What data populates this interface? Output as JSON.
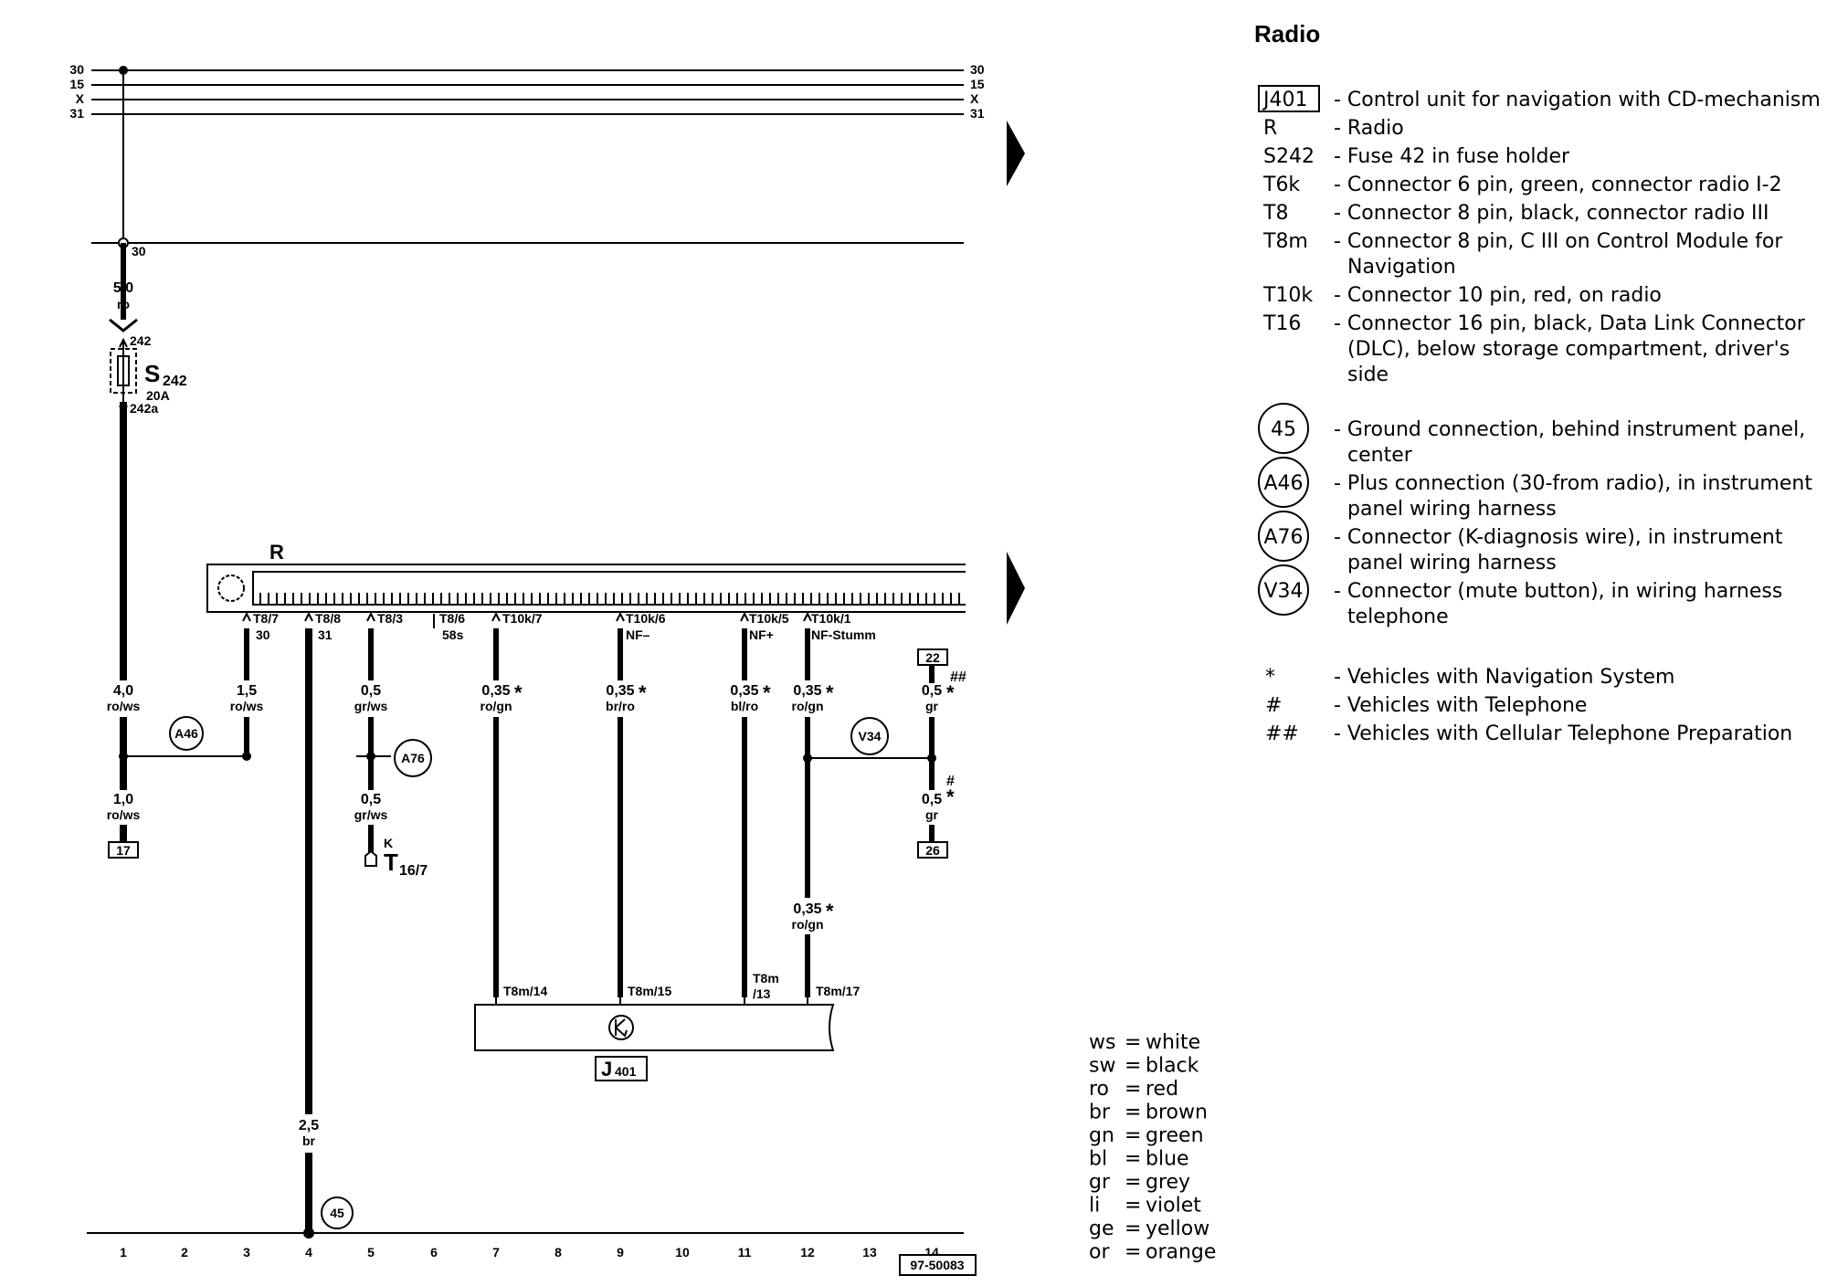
{
  "title": "Radio",
  "figure_id": "97-50083",
  "component_label": "R",
  "fuse": {
    "name": "S",
    "sub": "242",
    "rating": "20A",
    "in_terminal": "242",
    "out_terminal": "242a"
  },
  "control_unit": {
    "name": "J",
    "sub": "401"
  },
  "diag_connector": {
    "name": "T",
    "sub": "16/7",
    "pin_label": "K"
  },
  "buses": [
    {
      "label": "30"
    },
    {
      "label": "15"
    },
    {
      "label": "X"
    },
    {
      "label": "31"
    }
  ],
  "bus_30_tap": "30",
  "wires": [
    {
      "size": "5,0",
      "color": "ro"
    },
    {
      "size": "4,0",
      "color": "ro/ws"
    },
    {
      "size": "1,0",
      "color": "ro/ws"
    },
    {
      "size": "1,5",
      "color": "ro/ws"
    },
    {
      "size": "2,5",
      "color": "br"
    },
    {
      "size": "0,5",
      "color": "gr/ws"
    },
    {
      "size": "0,5",
      "color": "gr/ws"
    },
    {
      "size": "0,35",
      "color": "ro/gn",
      "mark": "*"
    },
    {
      "size": "0,35",
      "color": "br/ro",
      "mark": "*"
    },
    {
      "size": "0,35",
      "color": "bl/ro",
      "mark": "*"
    },
    {
      "size": "0,35",
      "color": "ro/gn",
      "mark": "*"
    },
    {
      "size": "0,35",
      "color": "ro/gn",
      "mark": "*"
    },
    {
      "size": "0,5",
      "color": "gr",
      "mark": "*"
    },
    {
      "size": "0,5",
      "color": "gr"
    }
  ],
  "radio_pins": [
    {
      "pin": "T8/7",
      "signal": "30"
    },
    {
      "pin": "T8/8",
      "signal": "31"
    },
    {
      "pin": "T8/3",
      "signal": ""
    },
    {
      "pin": "T8/6",
      "signal": "58s"
    },
    {
      "pin": "T10k/7",
      "signal": ""
    },
    {
      "pin": "T10k/6",
      "signal": "NF–"
    },
    {
      "pin": "T10k/5",
      "signal": "NF+"
    },
    {
      "pin": "T10k/1",
      "signal": "NF-Stumm"
    }
  ],
  "nav_pins": [
    "T8m/14",
    "T8m/15",
    "T8m/17"
  ],
  "nav_pin_13": [
    "T8m",
    "/13"
  ],
  "nodes": [
    "A46",
    "A76",
    "V34",
    "45"
  ],
  "refs": [
    "17",
    "22",
    "26"
  ],
  "marks": {
    "star": "*",
    "hash": "#",
    "dhash": "##"
  },
  "track_numbers": [
    "1",
    "2",
    "3",
    "4",
    "5",
    "6",
    "7",
    "8",
    "9",
    "10",
    "11",
    "12",
    "13",
    "14"
  ],
  "legend": [
    {
      "code": "J401",
      "boxed": true,
      "text": "- Control unit for navigation with CD-mechanism",
      "lines": []
    },
    {
      "code": "R",
      "text": "- Radio",
      "lines": []
    },
    {
      "code": "S242",
      "text": "- Fuse 42 in fuse holder",
      "lines": []
    },
    {
      "code": "T6k",
      "text": "- Connector 6 pin, green, connector radio I-2",
      "lines": []
    },
    {
      "code": "T8",
      "text": "- Connector 8 pin, black, connector radio III",
      "lines": []
    },
    {
      "code": "T8m",
      "text": "- Connector 8 pin, C III on Control Module for",
      "lines": [
        "Navigation"
      ]
    },
    {
      "code": "T10k",
      "text": "- Connector 10 pin, red, on radio",
      "lines": []
    },
    {
      "code": "T16",
      "text": "- Connector 16 pin, black, Data Link Connector",
      "lines": [
        "(DLC), below storage compartment, driver's",
        "side"
      ]
    }
  ],
  "legend_nodes": [
    {
      "code": "45",
      "text": "- Ground connection, behind instrument panel,",
      "lines": [
        "center"
      ]
    },
    {
      "code": "A46",
      "text": "- Plus connection (30-from radio), in instrument",
      "lines": [
        "panel wiring harness"
      ]
    },
    {
      "code": "A76",
      "text": "- Connector (K-diagnosis wire), in instrument",
      "lines": [
        "panel wiring harness"
      ]
    },
    {
      "code": "V34",
      "text": "- Connector (mute button), in wiring harness",
      "lines": [
        "telephone"
      ]
    }
  ],
  "legend_notes": [
    {
      "sym": "*",
      "text": "- Vehicles with Navigation System"
    },
    {
      "sym": "#",
      "text": "- Vehicles with Telephone"
    },
    {
      "sym": "##",
      "text": "- Vehicles with Cellular Telephone Preparation"
    }
  ],
  "colors": [
    {
      "abbr": "ws",
      "name": "white"
    },
    {
      "abbr": "sw",
      "name": "black"
    },
    {
      "abbr": "ro",
      "name": "red"
    },
    {
      "abbr": "br",
      "name": "brown"
    },
    {
      "abbr": "gn",
      "name": "green"
    },
    {
      "abbr": "bl",
      "name": "blue"
    },
    {
      "abbr": "gr",
      "name": "grey"
    },
    {
      "abbr": "li",
      "name": "violet"
    },
    {
      "abbr": "ge",
      "name": "yellow"
    },
    {
      "abbr": "or",
      "name": "orange"
    }
  ],
  "line_color": "#000000",
  "background": "#ffffff"
}
